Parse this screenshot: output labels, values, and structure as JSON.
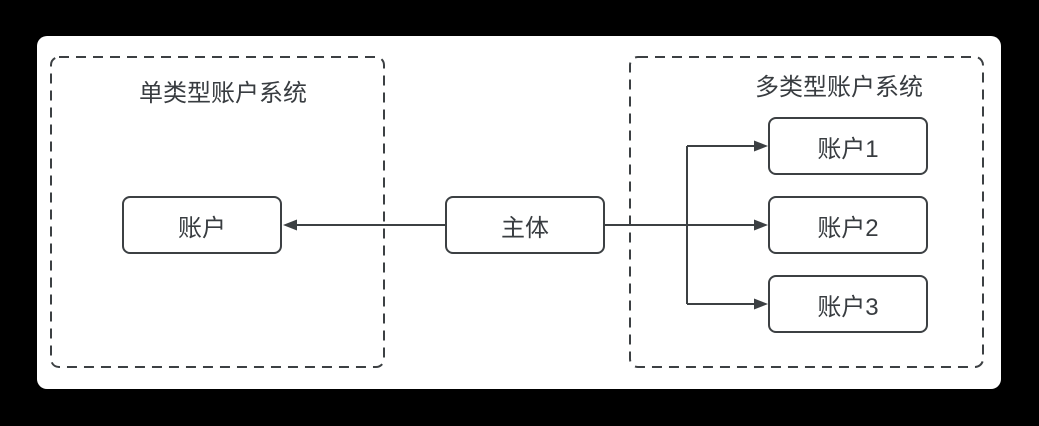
{
  "colors": {
    "page_background": "#000000",
    "canvas_background": "#ffffff",
    "stroke": "#3c4043",
    "text": "#383c40"
  },
  "diagram": {
    "single_type_group": {
      "title": "单类型账户系统",
      "nodes": [
        {
          "label": "账户"
        }
      ]
    },
    "subject_node": {
      "label": "主体"
    },
    "multi_type_group": {
      "title": "多类型账户系统",
      "nodes": [
        {
          "label": "账户1"
        },
        {
          "label": "账户2"
        },
        {
          "label": "账户3"
        }
      ]
    },
    "connections": [
      {
        "from": "主体",
        "to": "账户",
        "arrow": "left"
      },
      {
        "from": "主体",
        "to": "账户1",
        "arrow": "right"
      },
      {
        "from": "主体",
        "to": "账户2",
        "arrow": "right"
      },
      {
        "from": "主体",
        "to": "账户3",
        "arrow": "right"
      }
    ]
  }
}
